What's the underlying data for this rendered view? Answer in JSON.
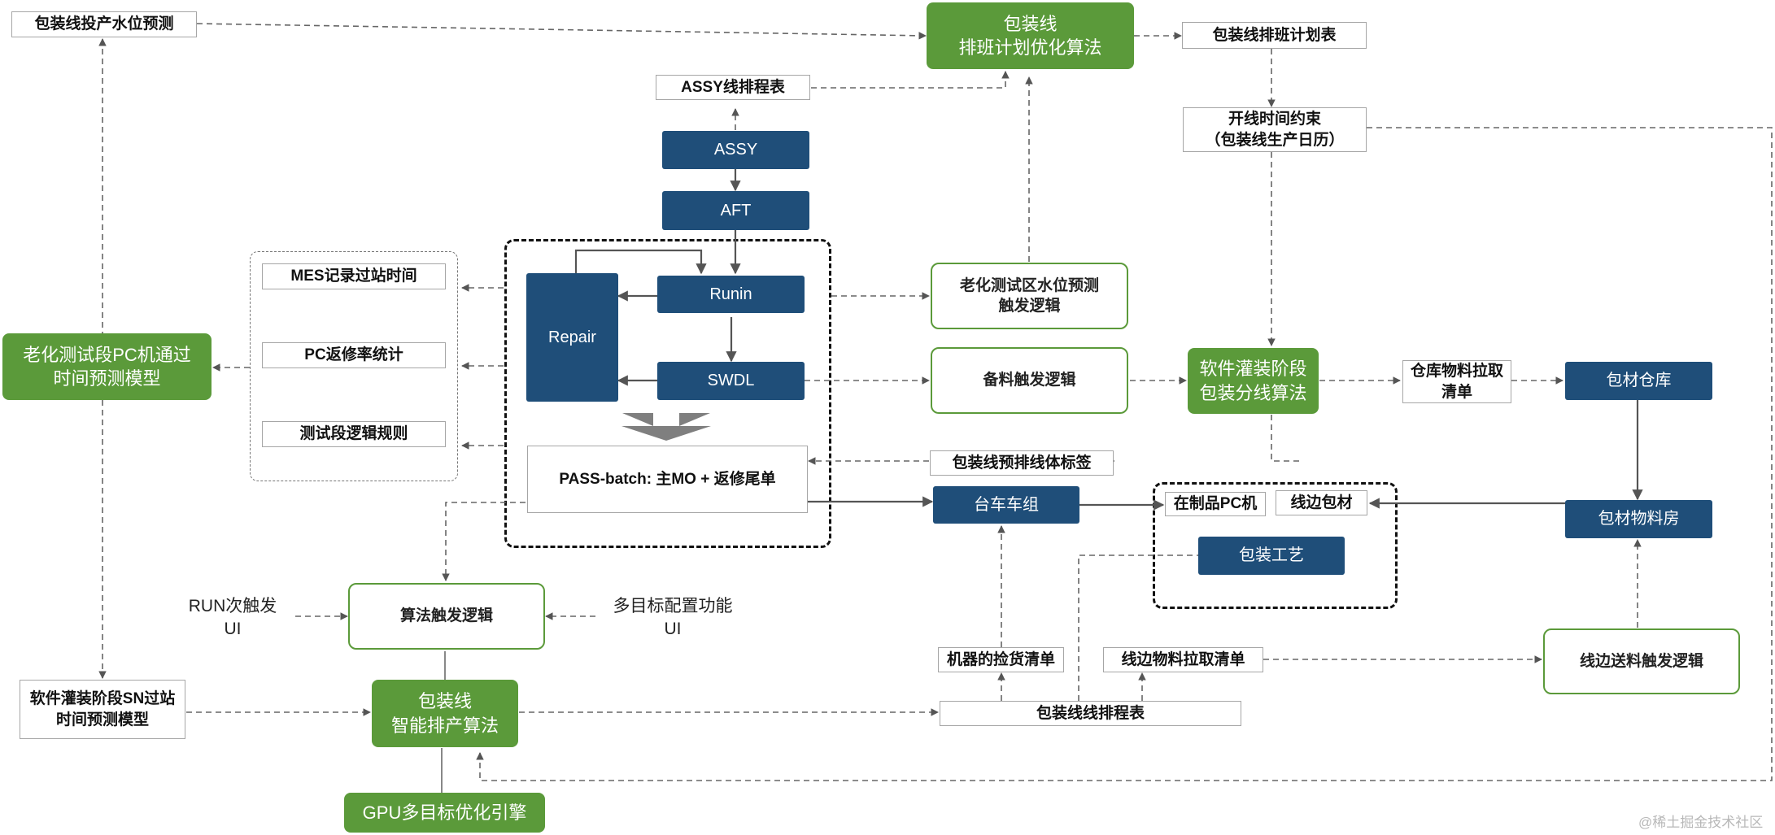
{
  "nodes": {
    "packline_launch_level_forecast": "包装线投产水位预测",
    "packline_shift_scheduling_algorithm": "包装线\n排班计划优化算法",
    "packline_shift_schedule_table": "包装线排班计划表",
    "assy_line_schedule": "ASSY线排程表",
    "assy": "ASSY",
    "aft": "AFT",
    "line_start_time_constraint": "开线时间约束\n（包装线生产日历）",
    "repair": "Repair",
    "runin": "Runin",
    "swdl": "SWDL",
    "mes_station_time": "MES记录过站时间",
    "pc_repair_rate": "PC返修率统计",
    "test_logic_rules": "测试段逻辑规则",
    "aging_test_pc_time_model": "老化测试段PC机通过\n时间预测模型",
    "aging_area_level_trigger": "老化测试区水位预测\n触发逻辑",
    "spare_material_trigger": "备料触发逻辑",
    "software_install_split_algorithm": "软件灌装阶段\n包装分线算法",
    "warehouse_pull_list": "仓库物料拉取\n清单",
    "packing_material_warehouse": "包材仓库",
    "pass_batch": "PASS-batch: 主MO + 返修尾单",
    "packline_preassign_tag": "包装线预排线体标签",
    "cart_group": "台车车组",
    "wip_pc": "在制品PC机",
    "lineside_packing_material": "线边包材",
    "packing_material_room": "包材物料房",
    "packing_process": "包装工艺",
    "run_trigger_ui": "RUN次触发\nUI",
    "algorithm_trigger_logic": "算法触发逻辑",
    "multi_objective_config_ui": "多目标配置功能\nUI",
    "machine_picking_list": "机器的捡货清单",
    "lineside_pull_list": "线边物料拉取清单",
    "lineside_delivery_trigger": "线边送料触发逻辑",
    "software_install_sn_model": "软件灌装阶段SN过站\n时间预测模型",
    "packline_smart_scheduling_algorithm": "包装线\n智能排产算法",
    "packline_line_schedule": "包装线线排程表",
    "gpu_optimization_engine": "GPU多目标优化引擎"
  },
  "watermark": "@稀土掘金技术社区",
  "colors": {
    "green": "#5b9a3a",
    "navy": "#1f4e79",
    "arrow_solid": "#555555",
    "arrow_dashed": "#666666"
  }
}
